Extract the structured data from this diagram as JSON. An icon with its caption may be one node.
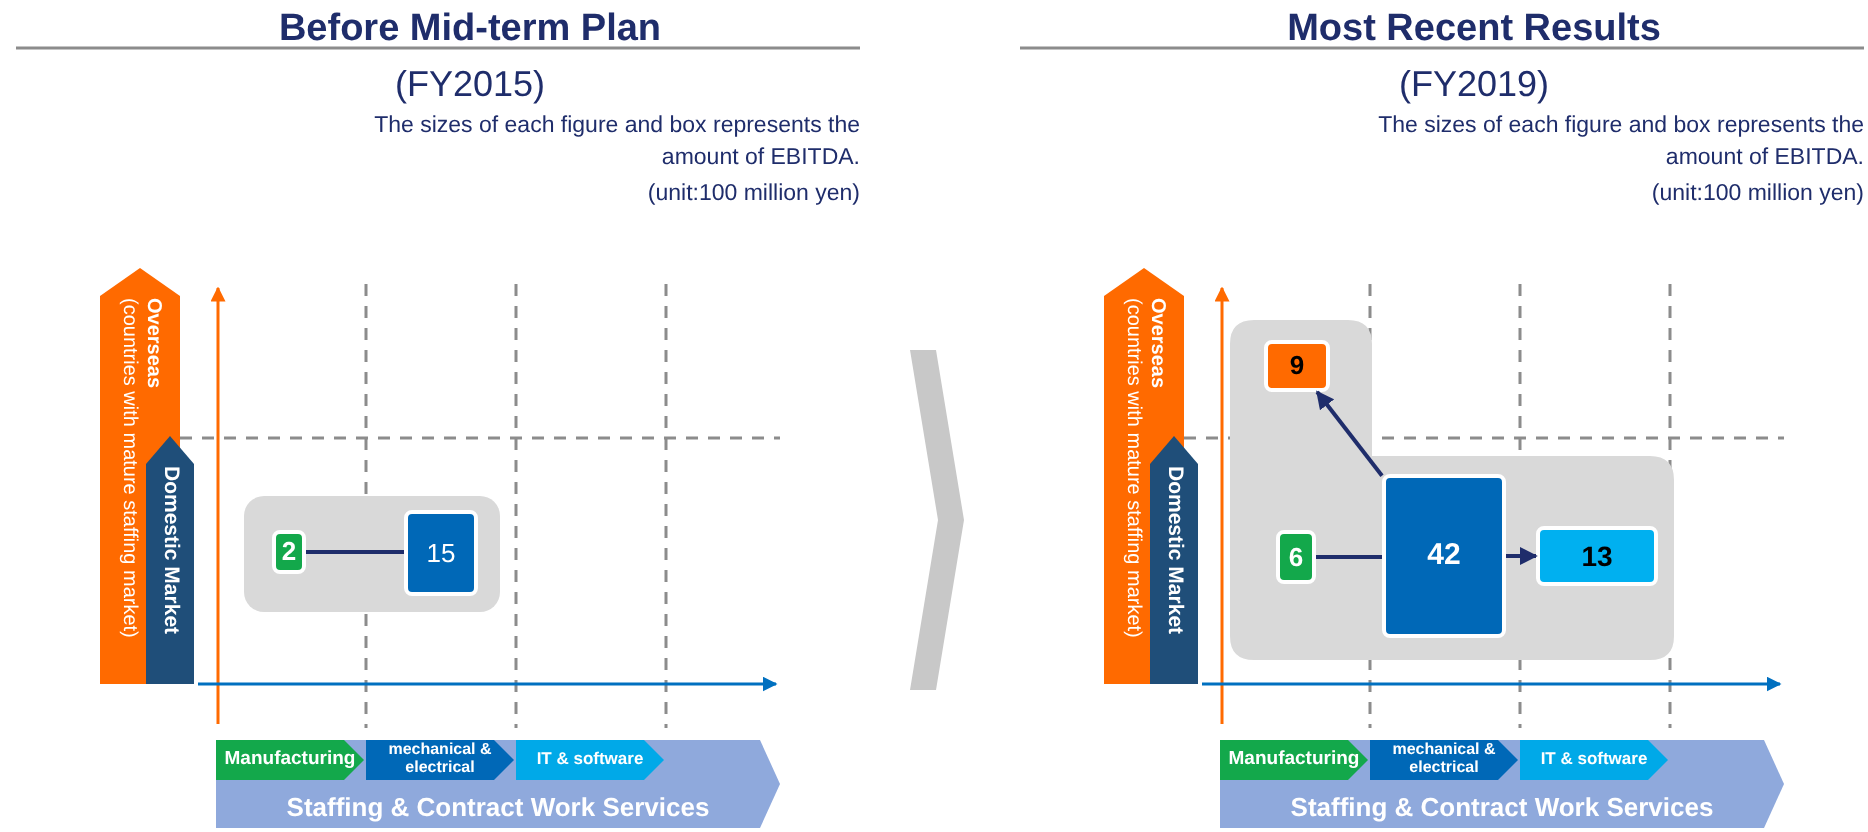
{
  "diagram": {
    "nodes": [
      {
        "text": [
          "Overseas",
          "(countries with mature staffing market)"
        ]
      },
      {
        "text": [
          "Domestic Market"
        ]
      },
      {
        "text": [],
        "shape": "box"
      },
      {
        "text": [
          "2"
        ],
        "in": 2
      },
      {
        "text": [
          "15"
        ],
        "in": 2
      },
      {
        "text": [
          "Staffing & Contract Work Services"
        ]
      },
      {
        "text": [
          "Manufacturing"
        ],
        "in": 5
      },
      {
        "text": [
          "mechanical & electrical"
        ],
        "in": 5
      },
      {
        "text": [
          "IT & software"
        ],
        "in": 5
      },
      {
        "text": [],
        "shape": "chevron"
      },
      {
        "text": [
          "Overseas",
          "(countries with mature staffing market)"
        ]
      },
      {
        "text": [
          "Domestic Market"
        ]
      },
      {
        "text": [],
        "shape": "box"
      },
      {
        "text": [
          "9"
        ],
        "in": 12
      },
      {
        "text": [
          "6"
        ],
        "in": 12
      },
      {
        "text": [
          "42"
        ],
        "in": 12
      },
      {
        "text": [
          "13"
        ],
        "in": 12
      },
      {
        "text": [
          "Staffing & Contract Work Services"
        ]
      },
      {
        "text": [
          "Manufacturing"
        ],
        "in": 17
      },
      {
        "text": [
          "mechanical & electrical"
        ],
        "in": 17
      },
      {
        "text": [
          "IT & software"
        ],
        "in": 17
      }
    ],
    "edges": [
      {
        "from": 3,
        "to": 4,
        "arrow": "none"
      },
      {
        "from": 14,
        "to": 15,
        "arrow": "none"
      },
      {
        "from": 15,
        "to": 16,
        "arrow": "to"
      },
      {
        "from": 15,
        "to": 13,
        "arrow": "to"
      }
    ],
    "labels": [
      "Before Mid-term Plan",
      "(FY2015)",
      "The sizes of each figure and box represents the amount of EBITDA.",
      "(unit:100 million yen)",
      "Most Recent Results",
      "(FY2019)",
      "The sizes of each figure and box represents the amount of EBITDA.",
      "(unit:100 million yen)"
    ]
  }
}
